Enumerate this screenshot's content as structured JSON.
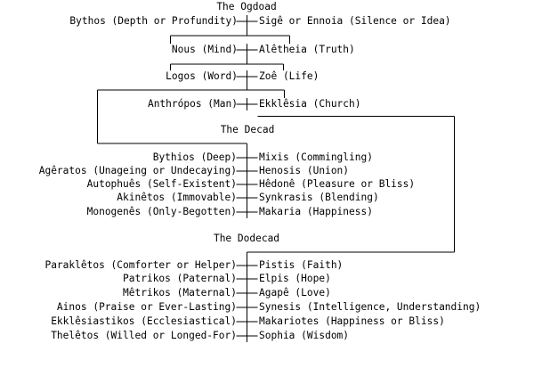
{
  "colors": {
    "line": "#000000",
    "text": "#000000",
    "background": "#ffffff"
  },
  "ogdoad": {
    "title": "The Ogdoad",
    "pairs": [
      {
        "left": "Bythos (Depth or Profundity)",
        "right": "Sigê or Ennoia (Silence or Idea)"
      },
      {
        "left": "Nous (Mind)",
        "right": "Alêtheia (Truth)"
      },
      {
        "left": "Logos (Word)",
        "right": "Zoê (Life)"
      },
      {
        "left": "Anthrópos (Man)",
        "right": "Ekklêsia (Church)"
      }
    ]
  },
  "decad": {
    "title": "The Decad",
    "pairs": [
      {
        "left": "Bythios (Deep)",
        "right": "Mixis (Commingling)"
      },
      {
        "left": "Agêratos (Unageing or Undecaying)",
        "right": "Henosis (Union)"
      },
      {
        "left": "Autophuês (Self-Existent)",
        "right": "Hêdonê (Pleasure or Bliss)"
      },
      {
        "left": "Akinêtos (Immovable)",
        "right": "Synkrasis (Blending)"
      },
      {
        "left": "Monogenês (Only-Begotten)",
        "right": "Makaria (Happiness)"
      }
    ]
  },
  "dodecad": {
    "title": "The Dodecad",
    "pairs": [
      {
        "left": "Paraklêtos (Comforter or Helper)",
        "right": "Pistis (Faith)"
      },
      {
        "left": "Patrikos (Paternal)",
        "right": "Elpis (Hope)"
      },
      {
        "left": "Mêtrikos (Maternal)",
        "right": "Agapê (Love)"
      },
      {
        "left": "Ainos (Praise or Ever-Lasting)",
        "right": "Synesis (Intelligence, Understanding)"
      },
      {
        "left": "Ekklêsiastikos (Ecclesiastical)",
        "right": "Makariotes (Happiness or Bliss)"
      },
      {
        "left": "Thelêtos (Willed or Longed-For)",
        "right": "Sophia (Wisdom)"
      }
    ]
  }
}
